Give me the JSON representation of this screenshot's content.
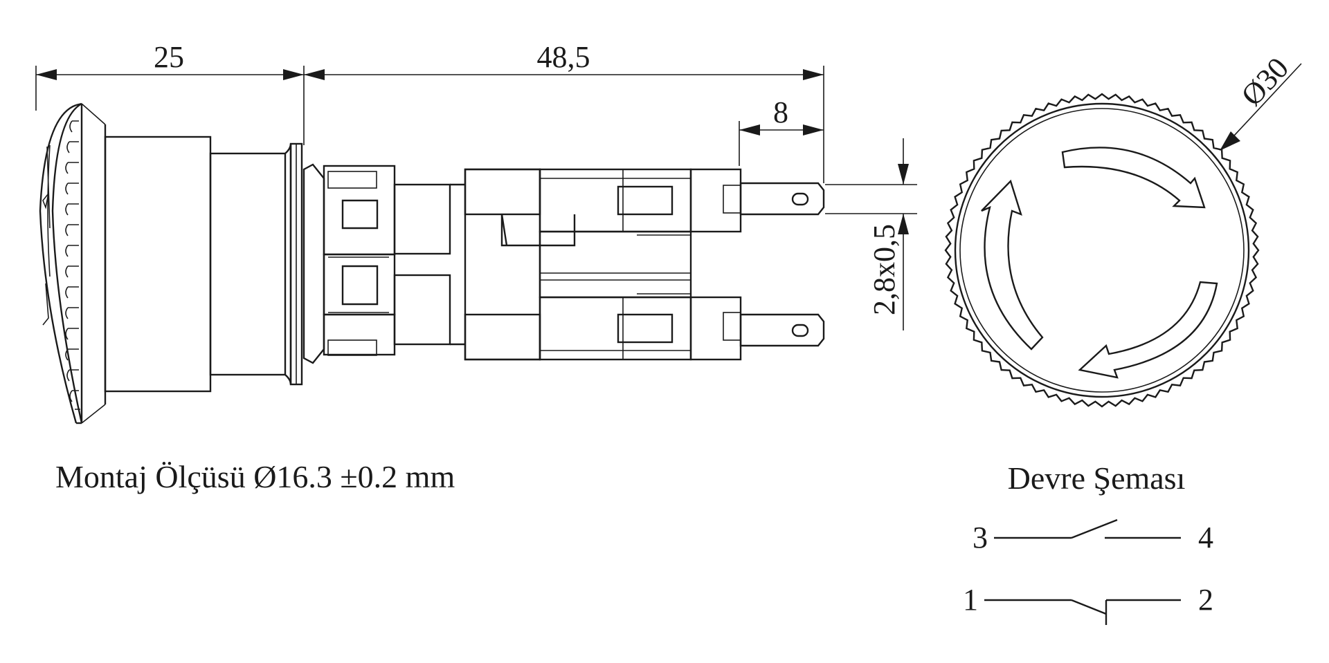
{
  "dimensions": {
    "head_length": "25",
    "body_length": "48,5",
    "terminal_length": "8",
    "terminal_size": "2,8x0,5",
    "diameter": "Ø30"
  },
  "labels": {
    "mounting": "Montaj Ölçüsü Ø16.3 ±0.2 mm",
    "circuit_title": "Devre Şeması"
  },
  "circuit": {
    "no_contact": {
      "left": "3",
      "right": "4"
    },
    "nc_contact": {
      "left": "1",
      "right": "2"
    }
  }
}
